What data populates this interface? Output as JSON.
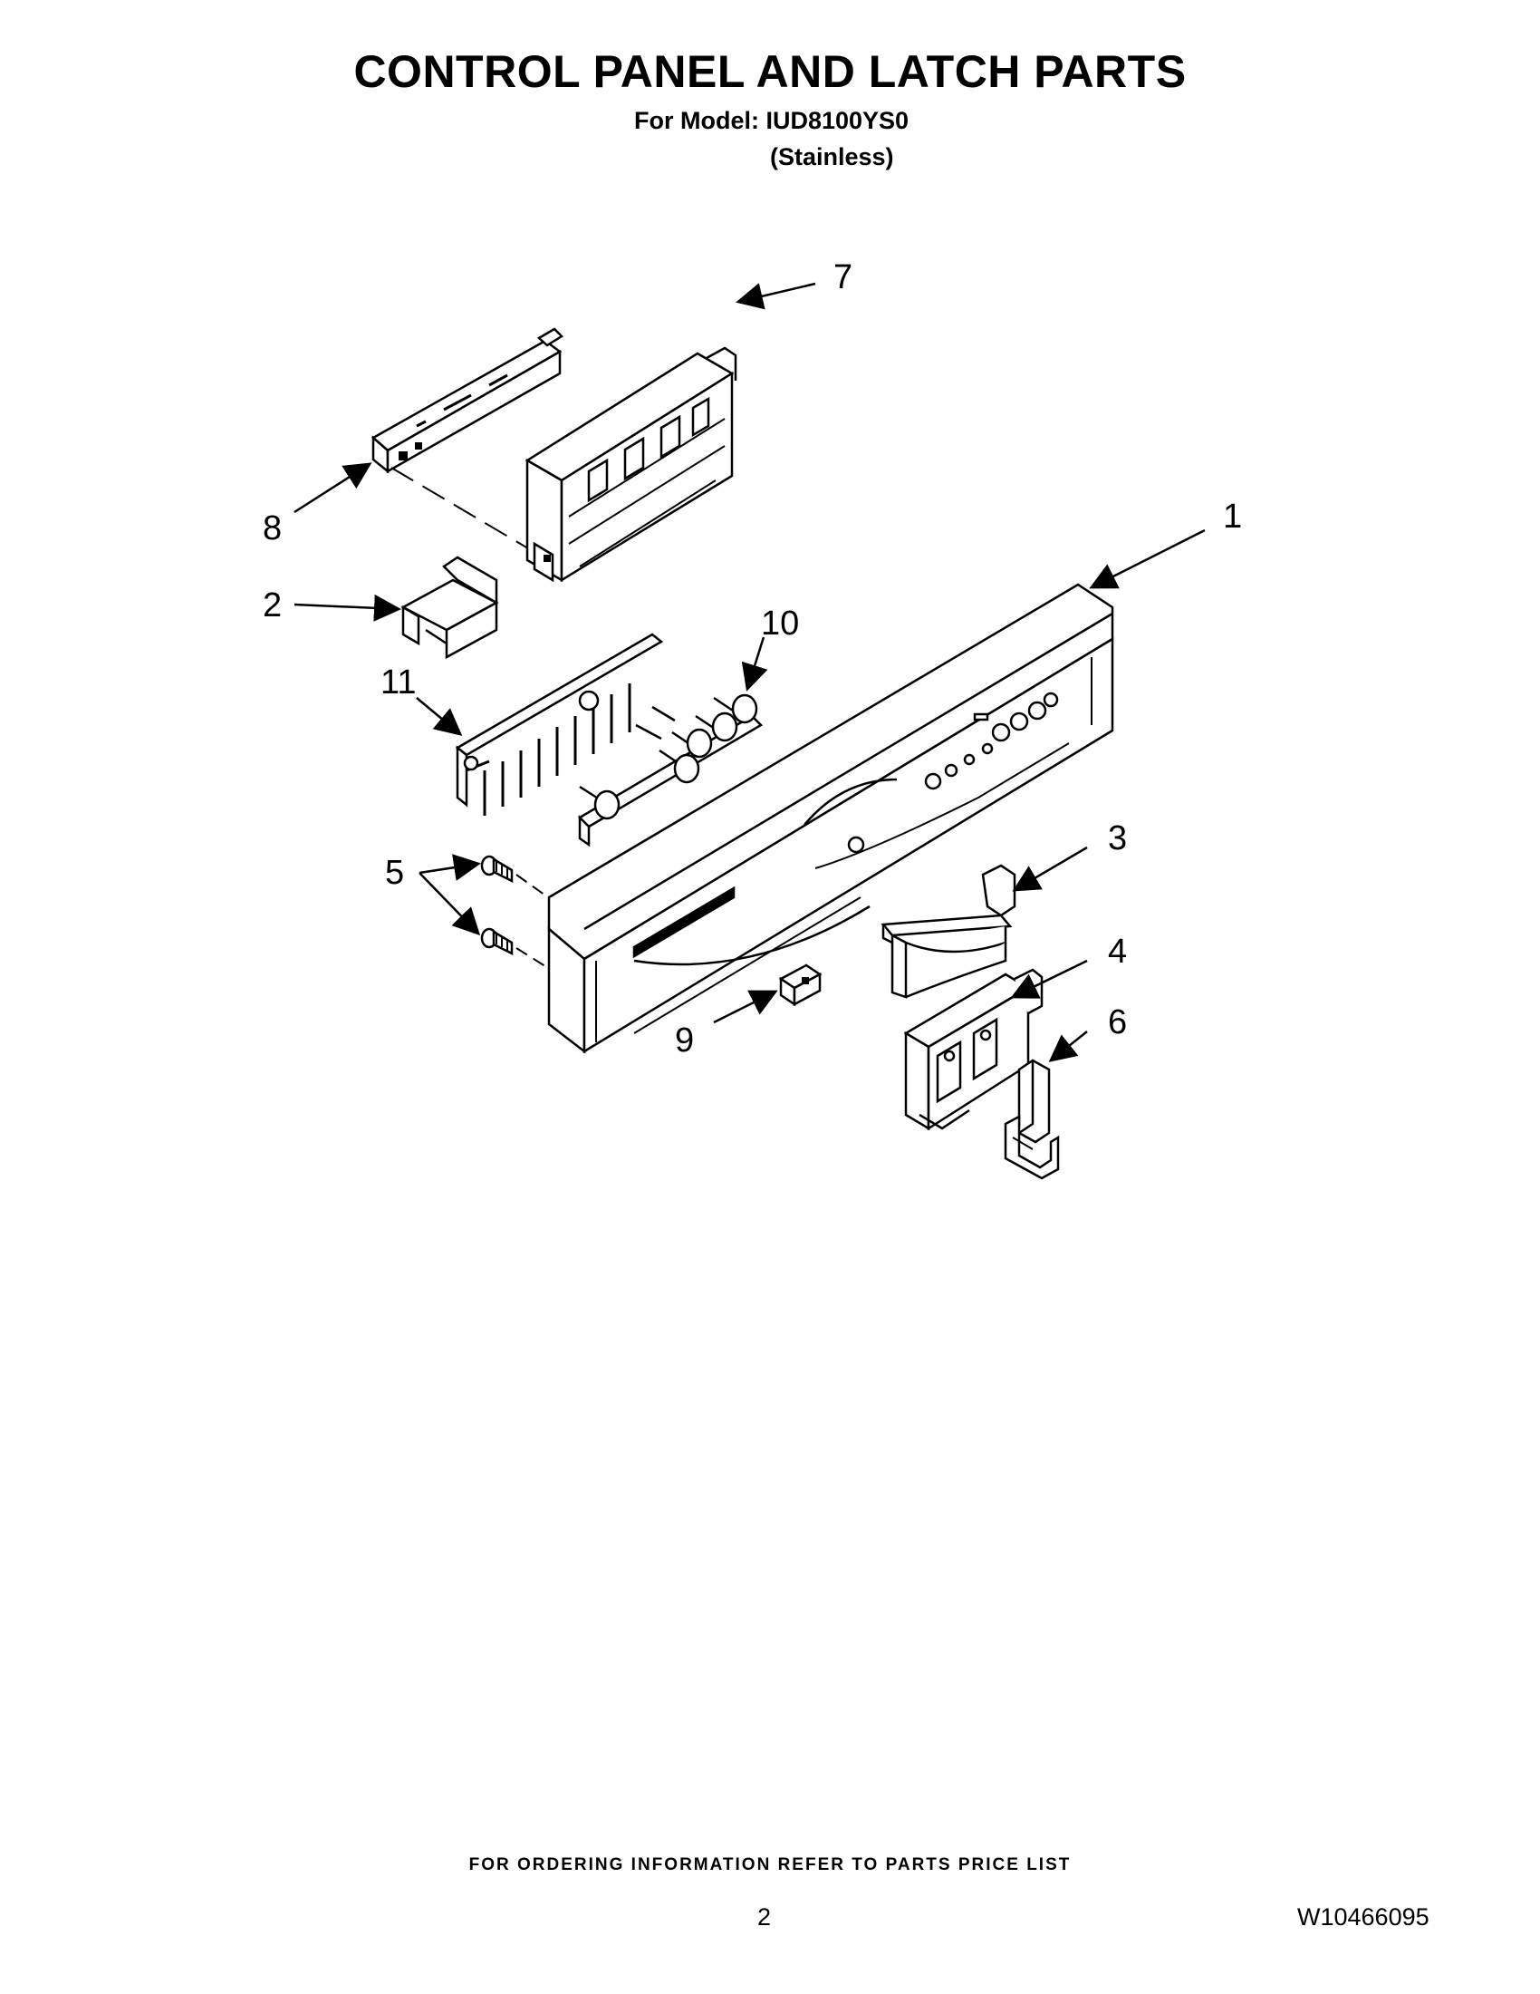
{
  "page": {
    "title": "CONTROL PANEL AND LATCH PARTS",
    "model_line": "For Model: IUD8100YS0",
    "finish_line": "(Stainless)"
  },
  "callouts": [
    "1",
    "2",
    "3",
    "4",
    "5",
    "6",
    "7",
    "8",
    "9",
    "10",
    "11"
  ],
  "footer": {
    "ordering_note": "FOR ORDERING INFORMATION REFER TO PARTS PRICE LIST",
    "page_number": "2",
    "document_number": "W10466095"
  }
}
